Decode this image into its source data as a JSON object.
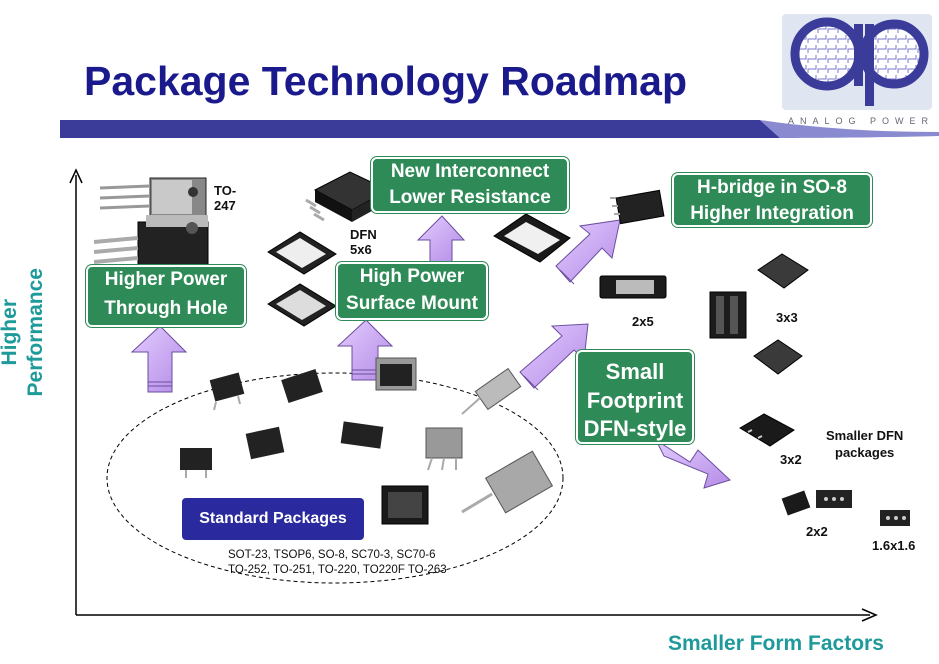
{
  "title": "Package Technology Roadmap",
  "logo": {
    "text": "ANALOG POWER"
  },
  "axes": {
    "y_label": [
      "Higher",
      "Performance"
    ],
    "x_label": "Smaller Form Factors"
  },
  "boxes": {
    "higher_power_through_hole": [
      "Higher Power",
      "Through Hole"
    ],
    "high_power_surface_mount": [
      "High Power",
      "Surface Mount"
    ],
    "new_interconnect": [
      "New Interconnect",
      "Lower Resistance"
    ],
    "h_bridge": [
      "H-bridge in SO-8",
      "Higher Integration"
    ],
    "small_footprint": [
      "Small",
      "Footprint",
      "DFN-style"
    ],
    "standard_packages": "Standard Packages"
  },
  "standard_packages_list": [
    "SOT-23, TSOP6, SO-8, SC70-3, SC70-6",
    "TO-252, TO-251, TO-220, TO220F TO-263"
  ],
  "package_labels": {
    "to247": [
      "TO-",
      "247"
    ],
    "dfn5x6": [
      "DFN",
      "5x6"
    ],
    "p2x5": "2x5",
    "p3x3": "3x3",
    "p3x2": "3x2",
    "smaller_dfn": [
      "Smaller DFN",
      "packages"
    ],
    "p2x2": "2x2",
    "p1_6": "1.6x1.6"
  },
  "colors": {
    "title": "#1a1a8c",
    "green": "#2e8b57",
    "blue": "#2a2a9e",
    "axis_label": "#1f9a9a",
    "arrow": "#c9a7f0"
  }
}
